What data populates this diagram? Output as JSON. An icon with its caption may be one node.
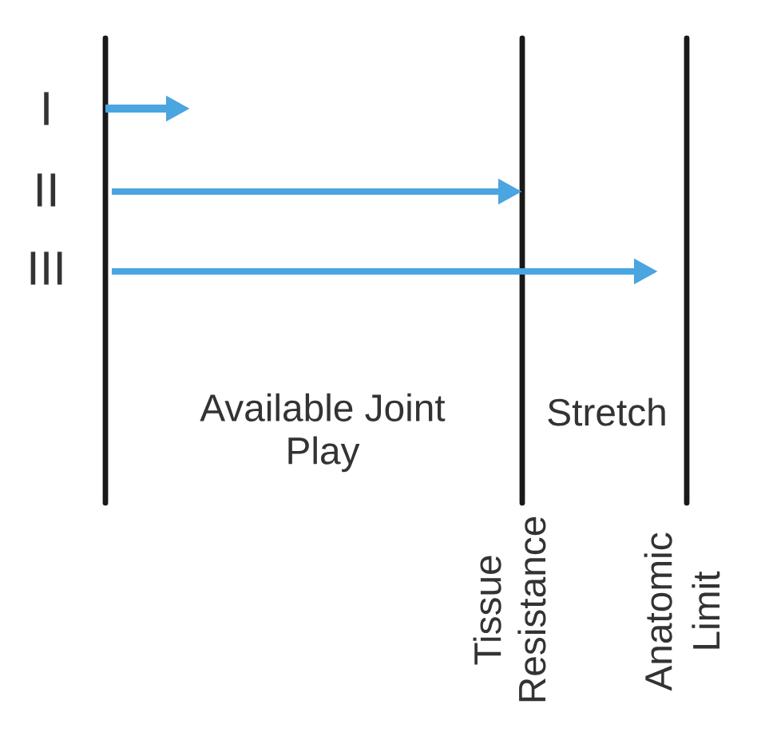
{
  "diagram": {
    "labels": [
      "I",
      "II",
      "III",
      "Available Joint Play",
      "Stretch",
      "Tissue Resistance",
      "Anatomic Limit"
    ]
  }
}
